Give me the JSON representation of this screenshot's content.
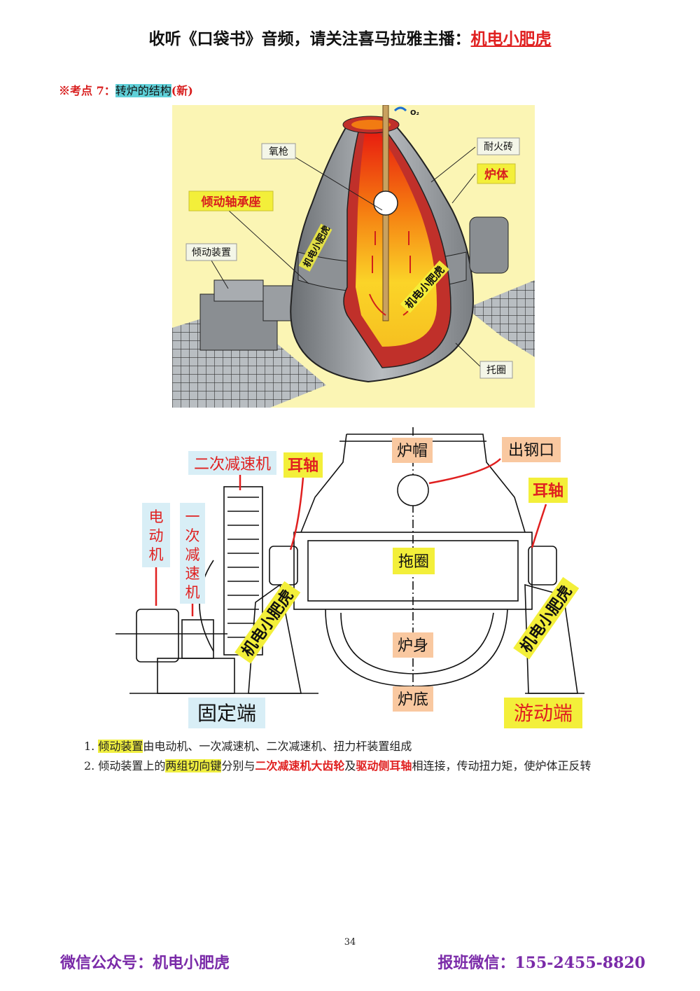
{
  "header": {
    "prefix": "收听《口袋书》音频，请关注喜马拉雅主播：",
    "brand": "机电小肥虎"
  },
  "section": {
    "prefix": "※考点 7：",
    "highlight": "转炉的结构",
    "suffix": "(新)"
  },
  "figure1": {
    "labels": {
      "oxygen_lance": "氧枪",
      "refractory": "耐火砖",
      "furnace_body": "炉体",
      "tilt_bearing": "倾动轴承座",
      "tilt_device": "倾动装置",
      "ring": "托圈",
      "o2": "O₂"
    },
    "watermark": "机电小肥虎"
  },
  "figure2": {
    "labels": {
      "secondary_reducer": "二次减速机",
      "trunnion_left": "耳轴",
      "furnace_cap": "炉帽",
      "tap_hole": "出钢口",
      "trunnion_right": "耳轴",
      "motor": "电动机",
      "primary_reducer": "一次减速机",
      "ring": "拖圈",
      "furnace_shell": "炉身",
      "furnace_bottom": "炉底",
      "fixed_end": "固定端",
      "floating_end": "游动端"
    },
    "watermark": "机电小肥虎"
  },
  "paragraphs": {
    "p1": {
      "num": "1. ",
      "highlight": "倾动装置",
      "rest": "由电动机、一次减速机、二次减速机、扭力杆装置组成"
    },
    "p2": {
      "num": "2. 倾动装置上的",
      "highlight": "两组切向键",
      "mid1": "分别与",
      "red1": "二次减速机大齿轮",
      "mid2": "及",
      "red2": "驱动侧耳轴",
      "rest": "相连接，传动扭力矩，使炉体正反转"
    }
  },
  "page_number": "34",
  "footer": {
    "left": "微信公众号：机电小肥虎",
    "right": "报班微信：155-2455-8820"
  }
}
